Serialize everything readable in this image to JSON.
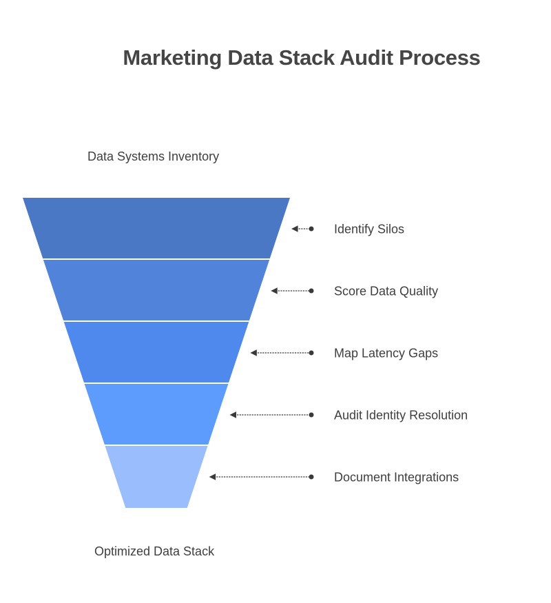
{
  "title": "Marketing Data Stack Audit Process",
  "funnel": {
    "top_label": "Data Systems Inventory",
    "bottom_label": "Optimized Data Stack",
    "stages": [
      {
        "label": "Identify Silos",
        "color": "#4a78c4"
      },
      {
        "label": "Score Data Quality",
        "color": "#5283db"
      },
      {
        "label": "Map Latency Gaps",
        "color": "#4f89ee"
      },
      {
        "label": "Audit Identity Resolution",
        "color": "#5d9bfd"
      },
      {
        "label": "Document Integrations",
        "color": "#9abefd"
      }
    ],
    "arrow_color": "#3a3a3a",
    "arrow_line_color": "#5a5a5a",
    "divider_color": "#ffffff",
    "text_color": "#3f3f3f",
    "title_color": "#454545"
  }
}
